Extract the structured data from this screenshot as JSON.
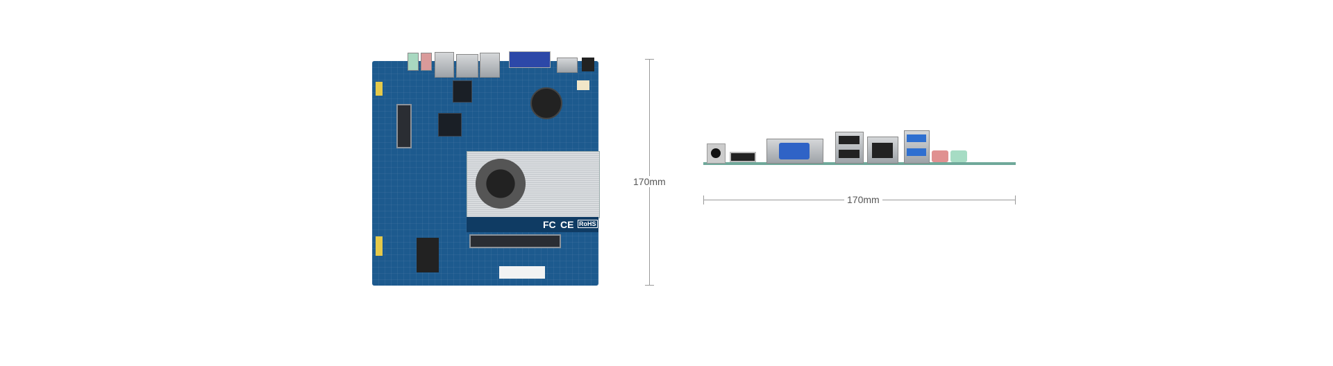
{
  "top_view": {
    "height_label": "170mm"
  },
  "side_view": {
    "width_label": "170mm"
  },
  "board_markings": {
    "fcc": "FC",
    "ce": "CE",
    "rohs": "RoHS"
  },
  "colors": {
    "pcb": "#1d5a8e",
    "heatsink": "#d0d3d6",
    "dimension_line": "#999999"
  }
}
